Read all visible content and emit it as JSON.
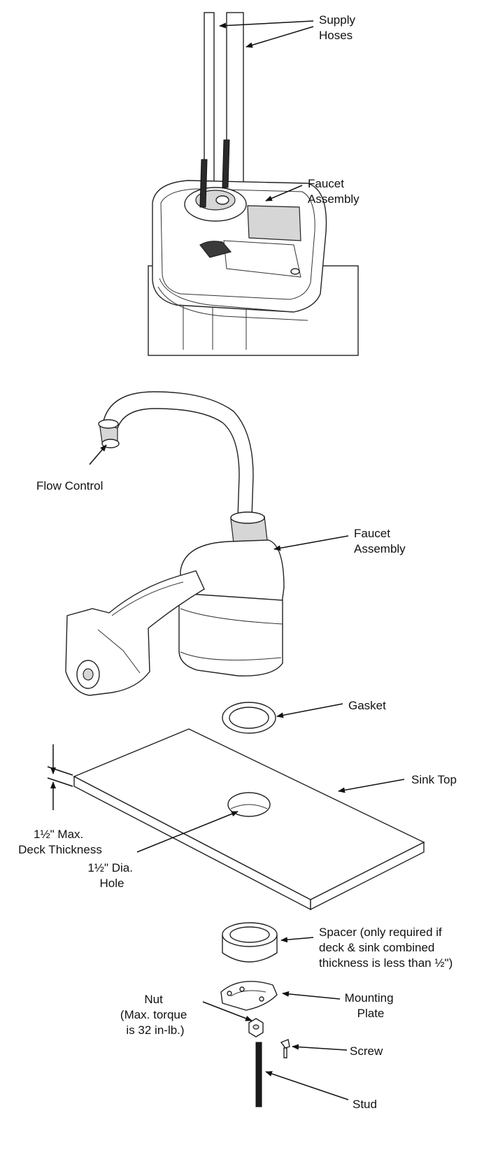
{
  "labels": {
    "supply_hoses": [
      "Supply",
      "Hoses"
    ],
    "faucet_assembly_top": [
      "Faucet",
      "Assembly"
    ],
    "flow_control": [
      "Flow Control"
    ],
    "faucet_assembly": [
      "Faucet",
      "Assembly"
    ],
    "gasket": [
      "Gasket"
    ],
    "sink_top": [
      "Sink Top"
    ],
    "deck_thickness": [
      "1½\" Max.",
      "Deck Thickness"
    ],
    "hole": [
      "1½\" Dia.",
      "Hole"
    ],
    "spacer": [
      "Spacer (only required if",
      "deck & sink combined",
      "thickness is less than ½\")"
    ],
    "mounting_plate": [
      "Mounting",
      "Plate"
    ],
    "nut": [
      "Nut",
      "(Max. torque",
      "is 32 in-lb.)"
    ],
    "screw": [
      "Screw"
    ],
    "stud": [
      "Stud"
    ]
  }
}
